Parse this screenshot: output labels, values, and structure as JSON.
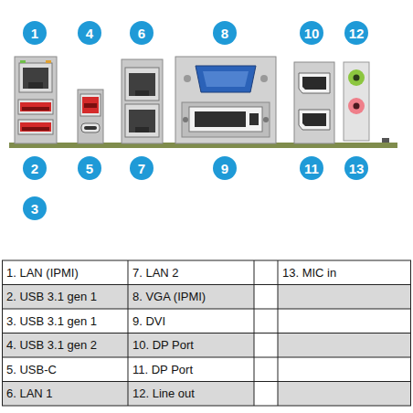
{
  "diagram": {
    "nodes": [
      {
        "text": [
          "1"
        ]
      },
      {
        "text": [
          "4"
        ]
      },
      {
        "text": [
          "6"
        ]
      },
      {
        "text": [
          "8"
        ]
      },
      {
        "text": [
          "10"
        ]
      },
      {
        "text": [
          "12"
        ]
      },
      {
        "text": [
          "2"
        ]
      },
      {
        "text": [
          "5"
        ]
      },
      {
        "text": [
          "7"
        ]
      },
      {
        "text": [
          "9"
        ]
      },
      {
        "text": [
          "11"
        ]
      },
      {
        "text": [
          "13"
        ]
      },
      {
        "text": [
          "3"
        ]
      }
    ],
    "labels": [
      "1. LAN (IPMI)",
      "7. LAN 2",
      "13. MIC in",
      "2. USB 3.1 gen 1",
      "8. VGA (IPMI)",
      "3. USB 3.1 gen 1",
      "9. DVI",
      "4. USB 3.1 gen 2",
      "10. DP Port",
      "5. USB-C",
      "11. DP Port",
      "6. LAN 1",
      "12. Line out"
    ]
  }
}
